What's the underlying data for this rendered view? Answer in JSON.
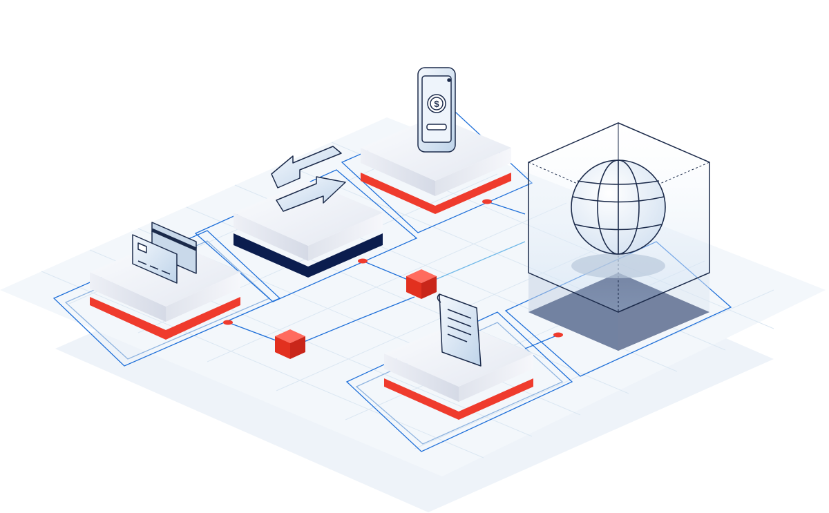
{
  "illustration": {
    "colors": {
      "accent_red": "#ef3b2d",
      "navy": "#0b1d4e",
      "line_blue": "#1e6fd9",
      "floor_light": "#eef4fa",
      "floor_grid": "#d6e4f1",
      "platform_top": "#f1f3f8",
      "platform_side": "#dfe3ec",
      "outline": "#1b2a4a"
    },
    "platforms": [
      {
        "name": "card-platform",
        "icon": "credit-card-icon",
        "band": "red"
      },
      {
        "name": "transfer-platform",
        "icon": "transfer-arrows-icon",
        "band": "navy"
      },
      {
        "name": "mobile-platform",
        "icon": "mobile-payment-icon",
        "band": "red"
      },
      {
        "name": "document-platform",
        "icon": "document-icon",
        "band": "red"
      },
      {
        "name": "globe-cube",
        "icon": "globe-icon",
        "band": "navy"
      }
    ],
    "connectors": [
      "red-cube-node",
      "red-cube-node"
    ]
  }
}
